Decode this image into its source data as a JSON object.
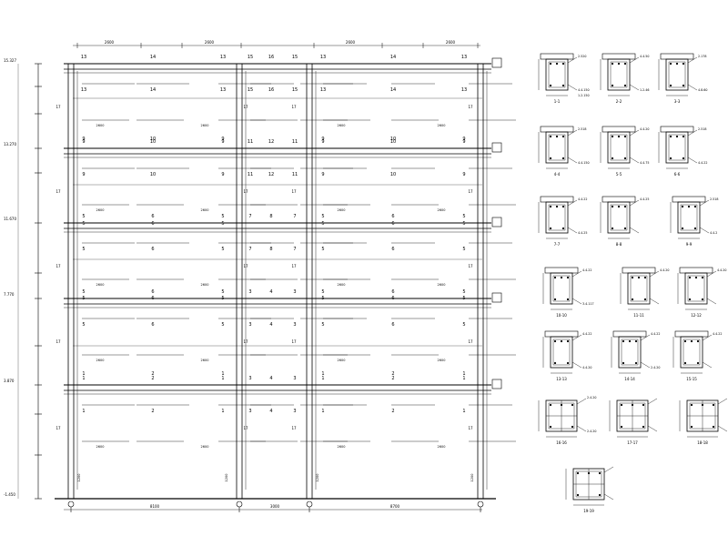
{
  "elevation": {
    "level_labels": [
      "15.327",
      "13.270",
      "11.670",
      "7.770",
      "3.870",
      "-1.450"
    ],
    "bay_widths": [
      "8100",
      "3000",
      "8700"
    ],
    "top_dims": [
      "2600",
      "2600",
      "2600",
      "2600"
    ],
    "floors": [
      {
        "left_marks": [
          "13",
          "14",
          "13"
        ],
        "mid_marks": [
          "15",
          "16",
          "15"
        ],
        "right_marks": [
          "13",
          "14",
          "13"
        ],
        "span_text": "2600",
        "lower_marks": [
          "9",
          "10",
          "9"
        ]
      },
      {
        "left_marks": [
          "9",
          "10",
          "9"
        ],
        "mid_marks": [
          "11",
          "12",
          "11"
        ],
        "right_marks": [
          "9",
          "10",
          "9"
        ],
        "span_text": "2600",
        "lower_marks": [
          "5",
          "6",
          "5"
        ]
      },
      {
        "left_marks": [
          "5",
          "6",
          "5"
        ],
        "mid_marks": [
          "7",
          "8",
          "7"
        ],
        "right_marks": [
          "5",
          "6",
          "5"
        ],
        "span_text": "2600",
        "lower_marks": [
          "5",
          "6",
          "5"
        ]
      },
      {
        "left_marks": [
          "5",
          "6",
          "5"
        ],
        "mid_marks": [
          "3",
          "4",
          "3"
        ],
        "right_marks": [
          "5",
          "6",
          "5"
        ],
        "span_text": "2600",
        "lower_marks": [
          "1",
          "2",
          "1"
        ]
      },
      {
        "left_marks": [
          "1",
          "2",
          "1"
        ],
        "mid_marks": [
          "3",
          "4",
          "3"
        ],
        "right_marks": [
          "1",
          "2",
          "1"
        ],
        "span_text": "2600",
        "lower_marks": [
          "",
          "",
          ""
        ]
      }
    ],
    "col_mark": "17",
    "bottom_marks": [
      "1200",
      "1200",
      "1200",
      "1200"
    ]
  },
  "sections": [
    {
      "caption": "1-1",
      "marks": [
        "2.520",
        "4.4.150",
        "1.2.150"
      ]
    },
    {
      "caption": "2-2",
      "marks": [
        "4.4.50",
        "1.2.46"
      ]
    },
    {
      "caption": "3-3",
      "marks": [
        "2.178",
        "4.8.60"
      ]
    },
    {
      "caption": "4-4",
      "marks": [
        "2.518",
        "4.4.150"
      ]
    },
    {
      "caption": "5-5",
      "marks": [
        "4.4.20",
        "4.4.75"
      ]
    },
    {
      "caption": "6-6",
      "marks": [
        "2.518",
        "4.4.22"
      ]
    },
    {
      "caption": "7-7",
      "marks": [
        "4.4.22",
        "4.4.25"
      ]
    },
    {
      "caption": "8-8",
      "marks": [
        "4.4.25"
      ]
    },
    {
      "caption": "9-9",
      "marks": [
        "2.518",
        "4.4.2"
      ]
    },
    {
      "caption": "10-10",
      "marks": [
        "4.4.22",
        "3.4.117"
      ]
    },
    {
      "caption": "11-11",
      "marks": [
        "4.4.20"
      ]
    },
    {
      "caption": "12-12",
      "marks": [
        "4.4.20"
      ]
    },
    {
      "caption": "13-13",
      "marks": [
        "4.4.22",
        "4.4.20"
      ]
    },
    {
      "caption": "14-14",
      "marks": [
        "4.4.22",
        "2.4.20"
      ]
    },
    {
      "caption": "15-15",
      "marks": [
        "4.4.22"
      ]
    },
    {
      "caption": "16-16",
      "marks": [
        "2.4.20",
        "2.4.20"
      ]
    },
    {
      "caption": "17-17",
      "marks": [
        "",
        ""
      ]
    },
    {
      "caption": "18-18",
      "marks": [
        "",
        ""
      ]
    },
    {
      "caption": "19-19",
      "marks": [
        ""
      ]
    }
  ]
}
